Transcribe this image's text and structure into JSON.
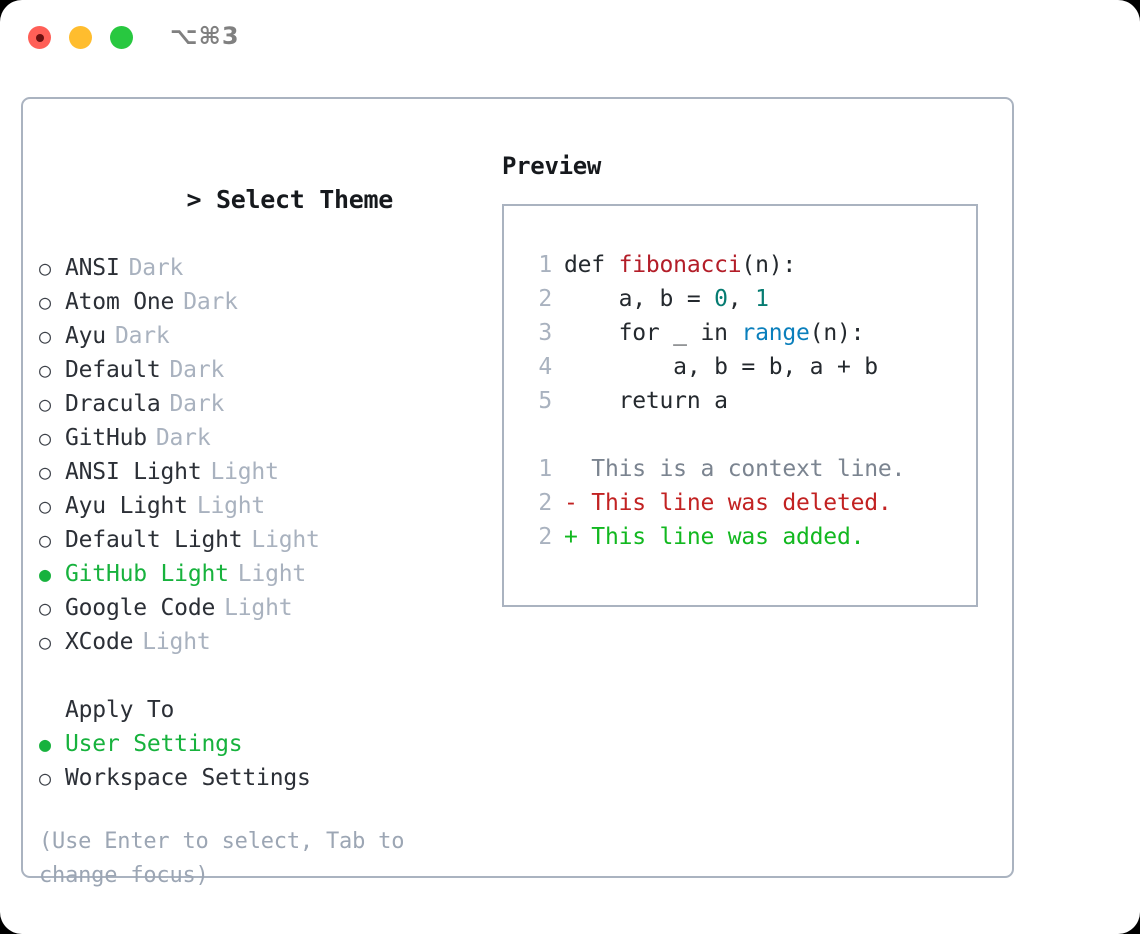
{
  "titlebar": {
    "shortcut": "⌥⌘3",
    "lights": [
      {
        "name": "close",
        "color": "#ff5f57"
      },
      {
        "name": "minimize",
        "color": "#ffbd2e"
      },
      {
        "name": "zoom",
        "color": "#28c840"
      }
    ]
  },
  "theme_picker": {
    "title": "Select Theme",
    "caret": ">",
    "bullet_unselected": "○",
    "bullet_selected": "●",
    "items": [
      {
        "name": "ANSI",
        "variant": "Dark",
        "selected": false
      },
      {
        "name": "Atom One",
        "variant": "Dark",
        "selected": false
      },
      {
        "name": "Ayu",
        "variant": "Dark",
        "selected": false
      },
      {
        "name": "Default",
        "variant": "Dark",
        "selected": false
      },
      {
        "name": "Dracula",
        "variant": "Dark",
        "selected": false
      },
      {
        "name": "GitHub",
        "variant": "Dark",
        "selected": false
      },
      {
        "name": "ANSI Light",
        "variant": "Light",
        "selected": false
      },
      {
        "name": "Ayu Light",
        "variant": "Light",
        "selected": false
      },
      {
        "name": "Default Light",
        "variant": "Light",
        "selected": false
      },
      {
        "name": "GitHub Light",
        "variant": "Light",
        "selected": true
      },
      {
        "name": "Google Code",
        "variant": "Light",
        "selected": false
      },
      {
        "name": "XCode",
        "variant": "Light",
        "selected": false
      }
    ]
  },
  "apply_to": {
    "label": "Apply To",
    "items": [
      {
        "name": "User Settings",
        "selected": true
      },
      {
        "name": "Workspace Settings",
        "selected": false
      }
    ]
  },
  "hint": "(Use Enter to select, Tab to change focus)",
  "preview": {
    "title": "Preview",
    "code_lines": [
      {
        "no": "1",
        "tokens": [
          {
            "t": "def ",
            "c": "plain"
          },
          {
            "t": "fibonacci",
            "c": "fn"
          },
          {
            "t": "(n):",
            "c": "plain"
          }
        ]
      },
      {
        "no": "2",
        "tokens": [
          {
            "t": "    a, b = ",
            "c": "plain"
          },
          {
            "t": "0",
            "c": "num"
          },
          {
            "t": ", ",
            "c": "plain"
          },
          {
            "t": "1",
            "c": "num"
          }
        ]
      },
      {
        "no": "3",
        "tokens": [
          {
            "t": "    for _ in ",
            "c": "plain"
          },
          {
            "t": "range",
            "c": "call"
          },
          {
            "t": "(n):",
            "c": "plain"
          }
        ]
      },
      {
        "no": "4",
        "tokens": [
          {
            "t": "        a, b = b, a + b",
            "c": "plain"
          }
        ]
      },
      {
        "no": "5",
        "tokens": [
          {
            "t": "    return a",
            "c": "plain"
          }
        ]
      }
    ],
    "diff_lines": [
      {
        "no": "1",
        "marker": " ",
        "text": " This is a context line.",
        "kind": "context"
      },
      {
        "no": "2",
        "marker": "-",
        "text": " This line was deleted.",
        "kind": "deleted"
      },
      {
        "no": "2",
        "marker": "+",
        "text": " This line was added.",
        "kind": "added"
      }
    ]
  },
  "colors": {
    "accent_green": "#17b23d",
    "border": "#aab3c0",
    "muted": "#a9b2bf",
    "hint": "#9ca6b4",
    "diff_add": "#12b820",
    "diff_del": "#c22222",
    "syntax_function": "#b31d28",
    "syntax_number": "#067c72",
    "syntax_call": "#0a7fbc"
  }
}
